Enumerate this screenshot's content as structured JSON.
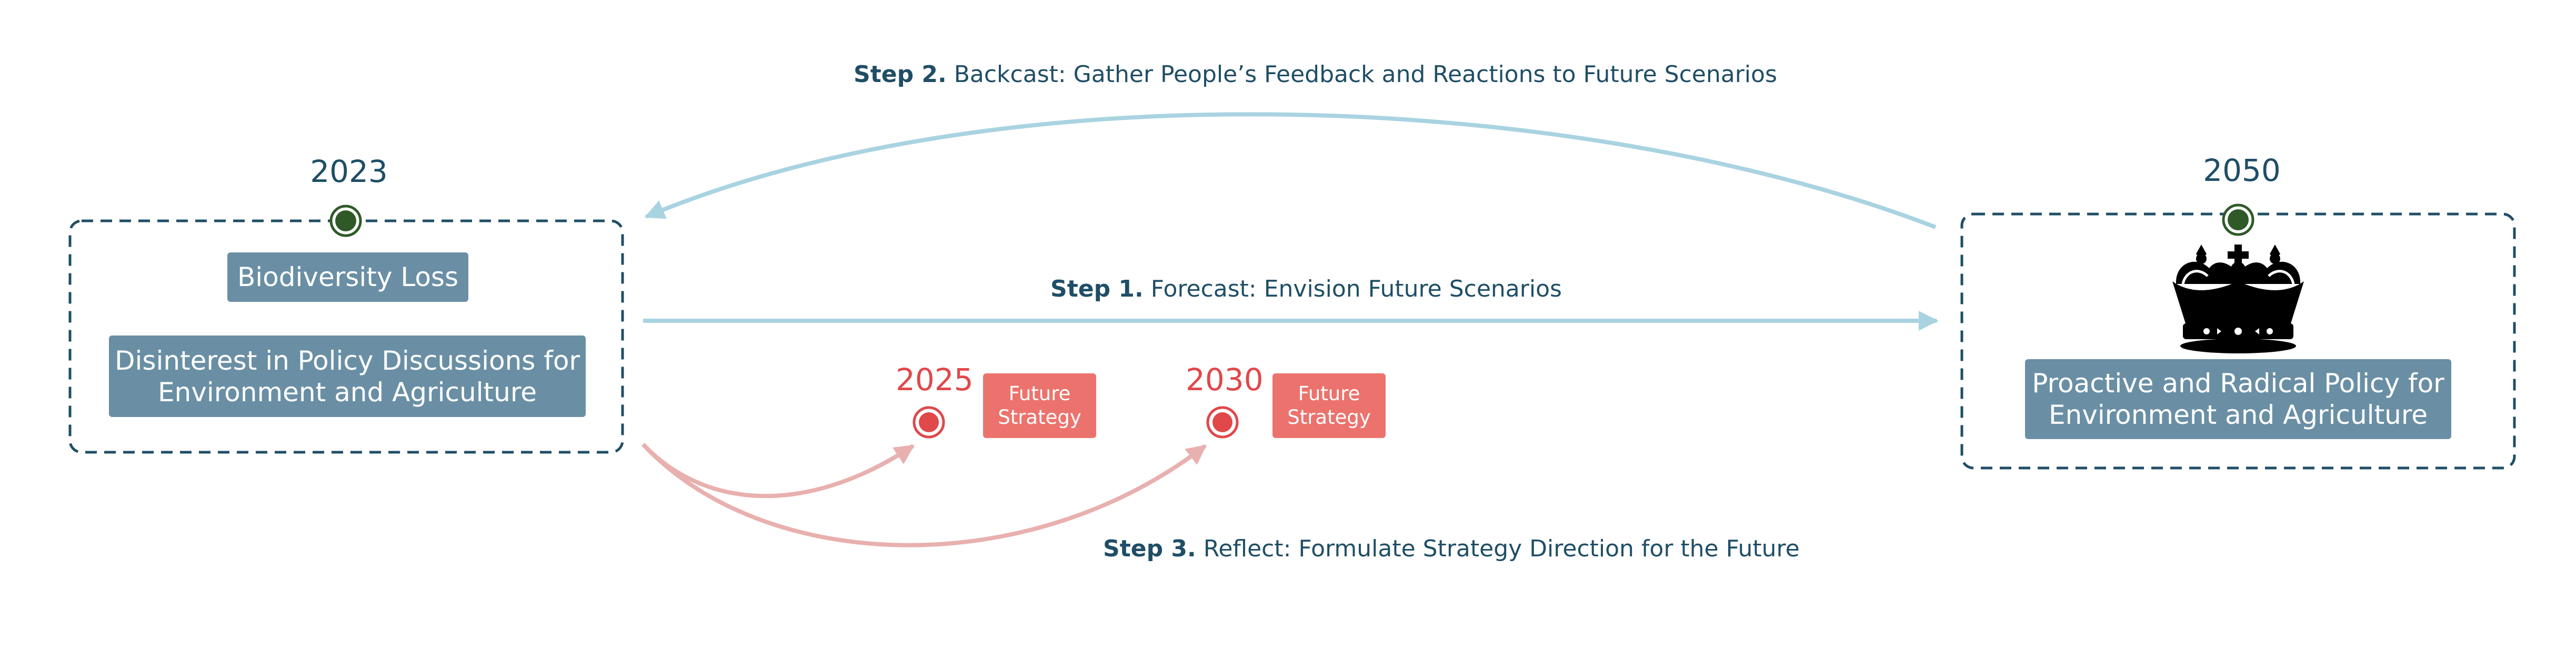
{
  "colors": {
    "dark_teal": "#1f4e66",
    "light_blue_arrow": "#a9d3e1",
    "pink_arrow": "#e8b0ae",
    "blue_box": "#6a8fa5",
    "red_box": "#ec736d",
    "red_text": "#e0484a",
    "green_dot": "#2f5a28"
  },
  "left": {
    "year": "2023",
    "box1": "Biodiversity Loss",
    "box2_line1": "Disinterest in Policy Discussions for",
    "box2_line2": "Environment and Agriculture"
  },
  "right": {
    "year": "2050",
    "icon": "crown-icon",
    "box_line1": "Proactive and Radical Policy for",
    "box_line2": "Environment and Agriculture"
  },
  "mid": [
    {
      "year": "2025",
      "label_line1": "Future",
      "label_line2": "Strategy"
    },
    {
      "year": "2030",
      "label_line1": "Future",
      "label_line2": "Strategy"
    }
  ],
  "steps": {
    "step1_bold": "Step 1.",
    "step1_text": "Forecast: Envision Future Scenarios",
    "step2_bold": "Step 2.",
    "step2_text": "Backcast: Gather People’s Feedback and Reactions to Future Scenarios",
    "step3_bold": "Step 3.",
    "step3_text": "Reflect: Formulate Strategy Direction for the Future"
  }
}
